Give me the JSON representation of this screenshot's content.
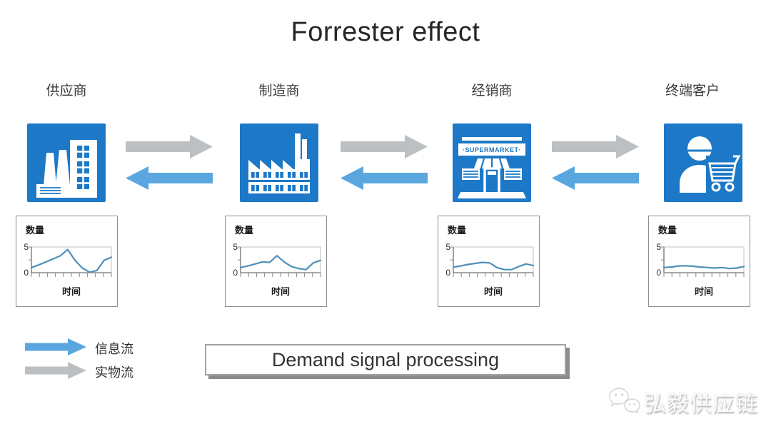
{
  "title": "Forrester effect",
  "stages": [
    {
      "label": "供应商",
      "icon": "factory-chimneys-icon"
    },
    {
      "label": "制造商",
      "icon": "factory-plant-icon"
    },
    {
      "label": "经销商",
      "icon": "supermarket-icon",
      "sign": "·SUPERMARKET·"
    },
    {
      "label": "终端客户",
      "icon": "customer-cart-icon"
    }
  ],
  "legend": {
    "info_flow": {
      "label": "信息流",
      "color": "#5aa7e0",
      "direction": "left-between-stages"
    },
    "physical_flow": {
      "label": "实物流",
      "color": "#bdc0c3",
      "direction": "right-between-stages"
    }
  },
  "banner": {
    "label": "Demand signal processing"
  },
  "watermark": {
    "brand": "弘毅供应链",
    "icon": "wechat-icon"
  },
  "colors": {
    "icon_blue": "#1d79c7",
    "info_flow": "#5aa7e0",
    "physical_flow": "#bdc0c3",
    "chart_line": "#4e8fba",
    "axis_gray": "#8a8a8a"
  },
  "chart_data": [
    {
      "type": "line",
      "stage": "供应商",
      "ylabel": "数量",
      "xlabel": "时间",
      "ylim": [
        0,
        5
      ],
      "yticks": [
        0,
        5
      ],
      "grid": false,
      "values": [
        1.0,
        1.5,
        2.1,
        2.7,
        3.3,
        4.5,
        2.4,
        0.9,
        0.1,
        0.4,
        2.4,
        3.0
      ]
    },
    {
      "type": "line",
      "stage": "制造商",
      "ylabel": "数量",
      "xlabel": "时间",
      "ylim": [
        0,
        5
      ],
      "yticks": [
        0,
        5
      ],
      "grid": false,
      "values": [
        1.0,
        1.3,
        1.7,
        2.1,
        2.0,
        3.3,
        2.1,
        1.2,
        0.8,
        0.6,
        1.9,
        2.4
      ]
    },
    {
      "type": "line",
      "stage": "经销商",
      "ylabel": "数量",
      "xlabel": "时间",
      "ylim": [
        0,
        5
      ],
      "yticks": [
        0,
        5
      ],
      "grid": false,
      "values": [
        1.1,
        1.3,
        1.6,
        1.8,
        2.0,
        1.9,
        1.0,
        0.6,
        0.6,
        1.2,
        1.7,
        1.4
      ]
    },
    {
      "type": "line",
      "stage": "终端客户",
      "ylabel": "数量",
      "xlabel": "时间",
      "ylim": [
        0,
        5
      ],
      "yticks": [
        0,
        5
      ],
      "grid": false,
      "values": [
        1.0,
        1.1,
        1.3,
        1.35,
        1.25,
        1.1,
        1.0,
        0.9,
        1.0,
        0.8,
        0.9,
        1.2
      ]
    }
  ]
}
